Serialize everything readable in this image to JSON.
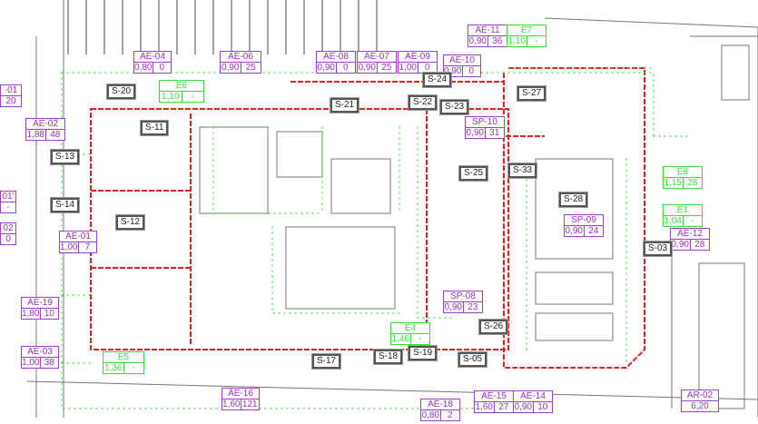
{
  "tags": [
    {
      "id": "AE-04",
      "a": "0,80",
      "b": "0",
      "color": "purple"
    },
    {
      "id": "AE-06",
      "a": "0,90",
      "b": "25",
      "color": "purple"
    },
    {
      "id": "AE-08",
      "a": "0,90",
      "b": "0",
      "color": "purple"
    },
    {
      "id": "AE-07",
      "a": "0,90",
      "b": "25",
      "color": "purple"
    },
    {
      "id": "AE-09",
      "a": "1,00",
      "b": "0",
      "color": "purple"
    },
    {
      "id": "AE-10",
      "a": "0,90",
      "b": "0",
      "color": "purple"
    },
    {
      "id": "AE-11",
      "a": "0,90",
      "b": "36",
      "color": "purple"
    },
    {
      "id": "E7",
      "a": "1,10",
      "b": "-",
      "color": "green"
    },
    {
      "id": "E6",
      "a": "1,10",
      "b": "-",
      "color": "green"
    },
    {
      "id": "-01",
      "a": "20",
      "b": "",
      "color": "purple"
    },
    {
      "id": "AE-02",
      "a": "1,88",
      "b": "48",
      "color": "purple"
    },
    {
      "id": "SP-10",
      "a": "0,90",
      "b": "31",
      "color": "purple"
    },
    {
      "id": "E8",
      "a": "1,15",
      "b": "28",
      "color": "green"
    },
    {
      "id": "E1",
      "a": "1,04",
      "b": "-",
      "color": "green"
    },
    {
      "id": "SP-09",
      "a": "0,90",
      "b": "24",
      "color": "purple"
    },
    {
      "id": "AE-12",
      "a": "0,90",
      "b": "28",
      "color": "purple"
    },
    {
      "id": "01'",
      "a": "-",
      "b": "",
      "color": "purple"
    },
    {
      "id": "02",
      "a": "0",
      "b": "",
      "color": "purple"
    },
    {
      "id": "AE-01",
      "a": "1,00",
      "b": "7",
      "color": "purple"
    },
    {
      "id": "AE-19",
      "a": "1,80",
      "b": "10",
      "color": "purple"
    },
    {
      "id": "AE-03",
      "a": "1,00",
      "b": "38",
      "color": "purple"
    },
    {
      "id": "E5",
      "a": "1,36",
      "b": "-",
      "color": "green"
    },
    {
      "id": "SP-08",
      "a": "0,90",
      "b": "23",
      "color": "purple"
    },
    {
      "id": "E4",
      "a": "1,46",
      "b": "-",
      "color": "green"
    },
    {
      "id": "AE-16",
      "a": "1,60",
      "b": "121",
      "color": "purple"
    },
    {
      "id": "AE-18",
      "a": "0,80",
      "b": "2",
      "color": "purple"
    },
    {
      "id": "AE-15",
      "a": "1,60",
      "b": "27",
      "color": "purple"
    },
    {
      "id": "AE-14",
      "a": "0,90",
      "b": "10",
      "color": "purple"
    },
    {
      "id": "AR-02",
      "a": "6,20",
      "b": "",
      "color": "purple"
    }
  ],
  "spaces": [
    "S-20",
    "S-11",
    "S-13",
    "S-14",
    "S-12",
    "S-21",
    "S-22",
    "S-23",
    "S-24",
    "S-27",
    "S-25",
    "S-33",
    "S-28",
    "S-26",
    "S-17",
    "S-18",
    "S-19",
    "S-05",
    "S-03"
  ]
}
